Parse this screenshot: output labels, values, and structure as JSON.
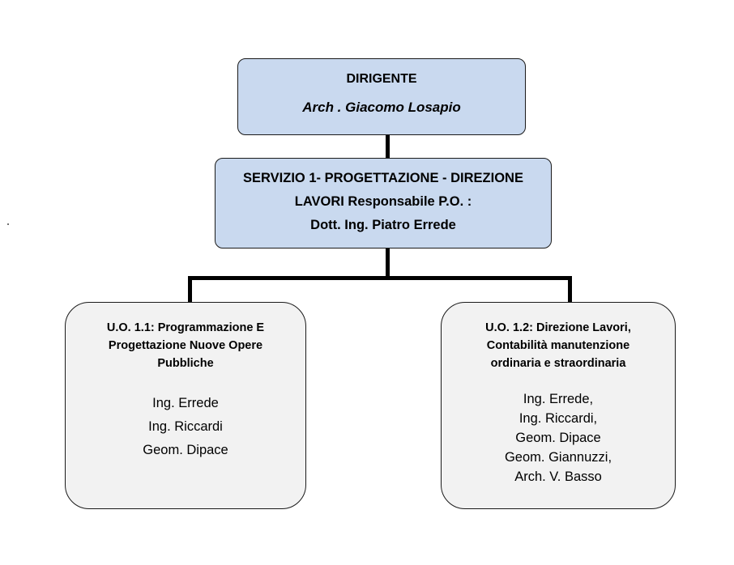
{
  "dirigente": {
    "title": "DIRIGENTE",
    "name": "Arch . Giacomo Losapio"
  },
  "servizio": {
    "lines": [
      "SERVIZIO 1- PROGETTAZIONE - DIREZIONE",
      "LAVORI  Responsabile P.O. :",
      "Dott. Ing. Piatro Errede"
    ]
  },
  "uo_1_1": {
    "title_lines": [
      "U.O. 1.1: Programmazione E",
      "Progettazione Nuove Opere",
      "Pubbliche"
    ],
    "staff": [
      "Ing. Errede",
      "Ing. Riccardi",
      "Geom. Dipace"
    ]
  },
  "uo_1_2": {
    "title_lines": [
      "U.O. 1.2: Direzione Lavori,",
      "Contabilità manutenzione",
      "ordinaria e straordinaria"
    ],
    "staff": [
      "Ing. Errede,",
      "Ing. Riccardi,",
      "Geom. Dipace",
      "Geom. Giannuzzi,",
      "Arch. V. Basso"
    ]
  },
  "colors": {
    "top_box_fill": "#c9d9ef",
    "unit_box_fill": "#f2f2f2",
    "connector": "#000000"
  }
}
